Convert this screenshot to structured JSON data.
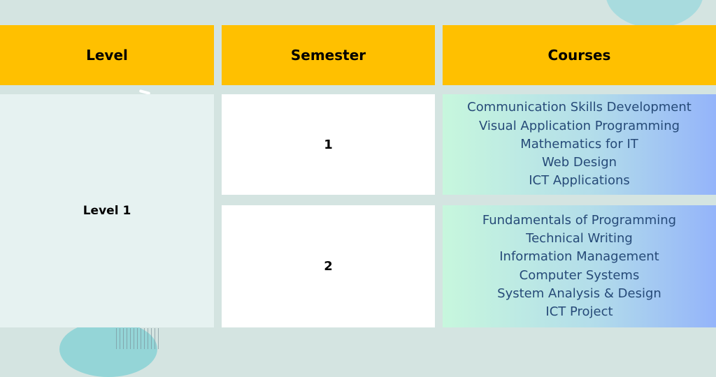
{
  "table": {
    "headers": {
      "level": "Level",
      "semester": "Semester",
      "courses": "Courses"
    },
    "level_label": "Level 1",
    "rows": [
      {
        "semester": "1",
        "courses": [
          "Communication Skills Development",
          "Visual Application Programming",
          "Mathematics for IT",
          "Web Design",
          "ICT Applications"
        ]
      },
      {
        "semester": "2",
        "courses": [
          "Fundamentals of Programming",
          "Technical Writing",
          "Information Management",
          "Computer Systems",
          "System Analysis & Design",
          "ICT Project"
        ]
      }
    ]
  },
  "colors": {
    "header_bg": "#ffc000",
    "course_text": "#264a78",
    "background": "#d4e4e1"
  }
}
